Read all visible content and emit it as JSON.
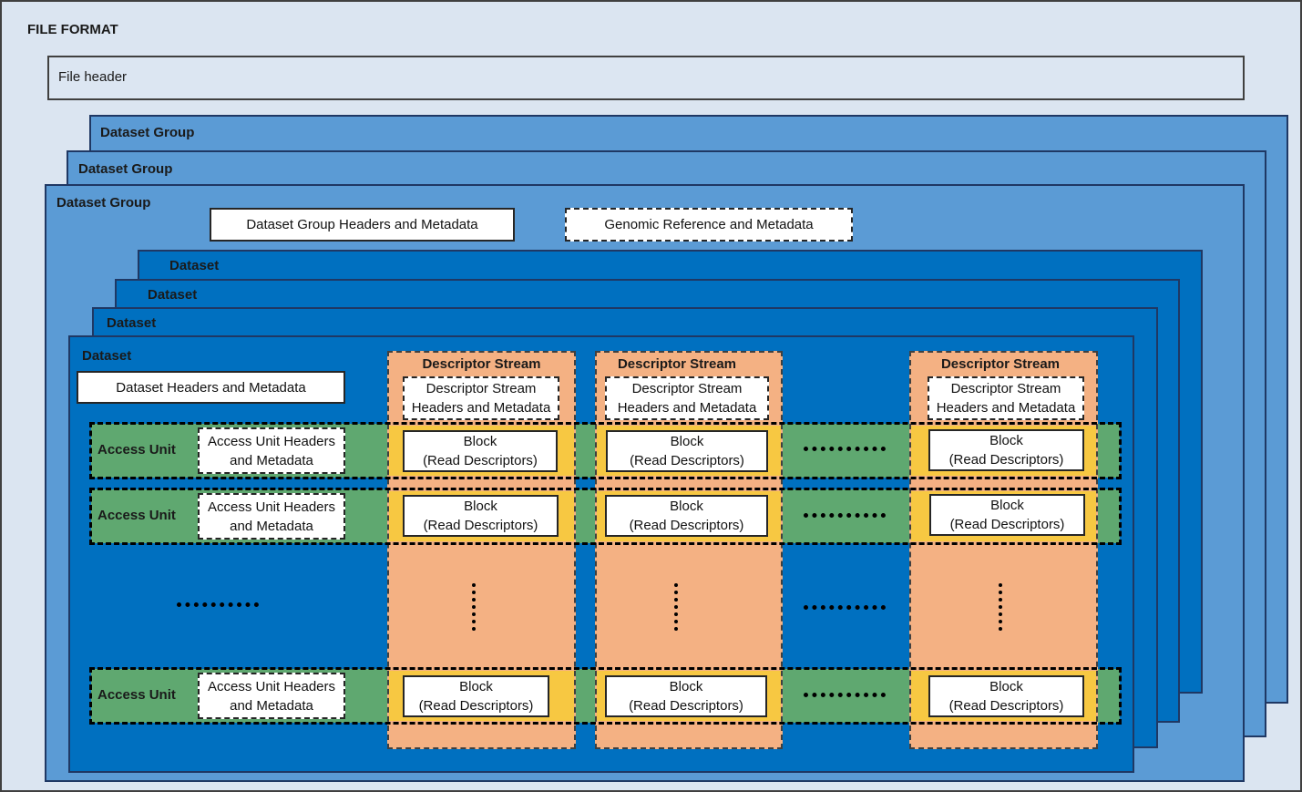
{
  "file_format": {
    "title": "FILE FORMAT",
    "file_header": "File header"
  },
  "dataset_groups": {
    "label_back": "Dataset Group",
    "label_mid": "Dataset Group",
    "label_front": "Dataset Group",
    "headers": "Dataset Group Headers and Metadata",
    "genomic_ref": "Genomic Reference and Metadata"
  },
  "datasets": {
    "label_1": "Dataset",
    "label_2": "Dataset",
    "label_3": "Dataset",
    "label_front": "Dataset",
    "headers": "Dataset Headers and Metadata"
  },
  "streams": [
    {
      "title": "Descriptor Stream",
      "headers": "Descriptor Stream Headers and Metadata"
    },
    {
      "title": "Descriptor Stream",
      "headers": "Descriptor Stream Headers and Metadata"
    },
    {
      "title": "Descriptor Stream",
      "headers": "Descriptor Stream Headers and Metadata"
    }
  ],
  "access_units": [
    {
      "label": "Access Unit",
      "headers": "Access Unit Headers and Metadata"
    },
    {
      "label": "Access Unit",
      "headers": "Access Unit Headers and Metadata"
    },
    {
      "label": "Access Unit",
      "headers": "Access Unit Headers and Metadata"
    }
  ],
  "block": {
    "line1": "Block",
    "line2": "(Read Descriptors)"
  }
}
